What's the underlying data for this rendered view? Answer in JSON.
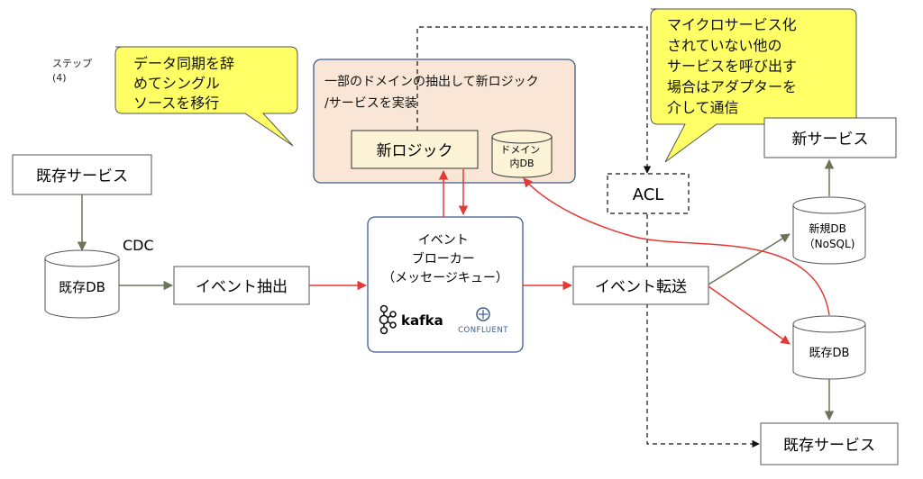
{
  "step_label": [
    "ステップ",
    "(4)"
  ],
  "callouts": {
    "left": [
      "データ同期を辞",
      "めてシングル",
      "ソースを移行"
    ],
    "right": [
      "マイクロサービス化",
      "されていない他の",
      "サービスを呼び出す",
      "場合はアダプターを",
      "介して通信"
    ]
  },
  "domain_group": {
    "title": [
      "一部のドメインの抽出して新ロジック",
      "/サービスを実装"
    ],
    "new_logic": "新ロジック",
    "domain_db": [
      "ドメイン",
      "内DB"
    ]
  },
  "nodes": {
    "existing_service_top": "既存サービス",
    "existing_db_left": "既存DB",
    "cdc": "CDC",
    "event_extract": "イベント抽出",
    "broker": [
      "イベント",
      "ブローカー",
      "（メッセージキュー）"
    ],
    "kafka_logo": "kafka",
    "confluent_logo": "CONFLUENT",
    "event_transfer": "イベント転送",
    "acl": "ACL",
    "new_service": "新サービス",
    "new_db": [
      "新規DB",
      "（NoSQL)"
    ],
    "existing_db_right": "既存DB",
    "existing_service_bottom": "既存サービス"
  },
  "colors": {
    "red_arrow": "#e53935",
    "green_arrow": "#6b7358",
    "callout_fill": "#ffff66",
    "group_fill": "#f9e6d6",
    "group_border": "#3f5a8a"
  }
}
